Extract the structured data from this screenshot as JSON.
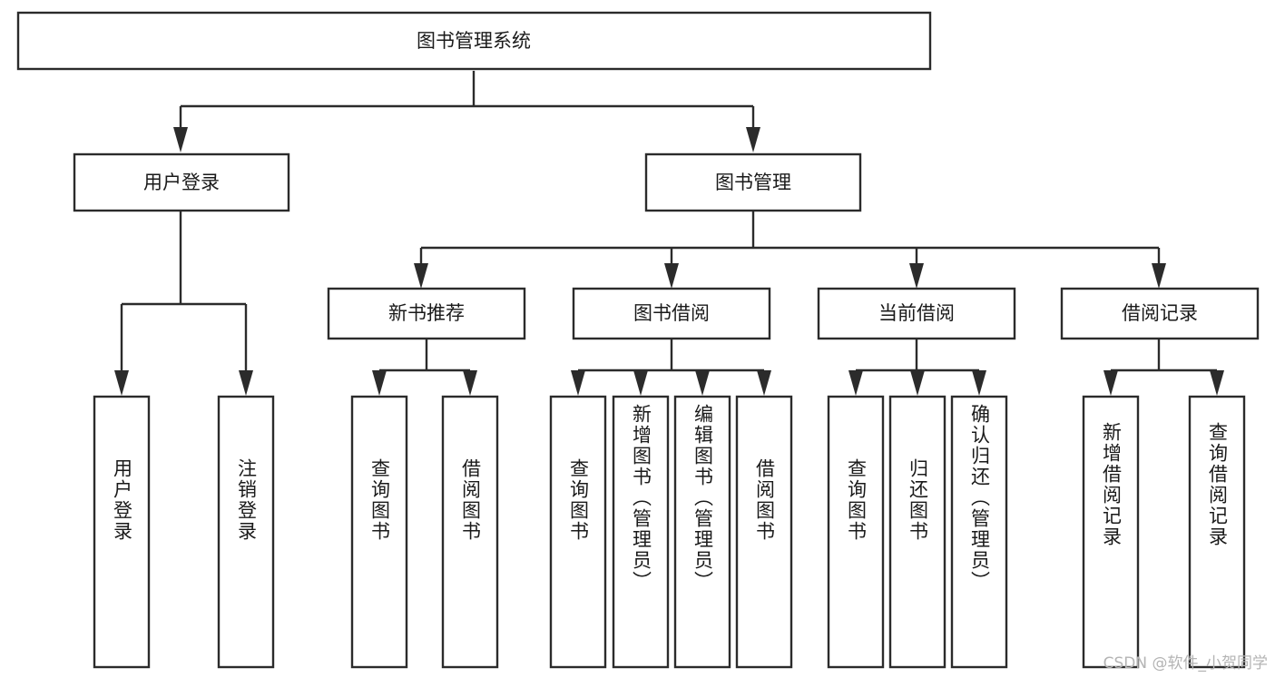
{
  "diagram": {
    "type": "tree",
    "title": "图书管理系统",
    "watermark": "CSDN @软件_小贺同学",
    "colors": {
      "box_stroke": "#2b2b2b",
      "box_fill": "#ffffff",
      "text": "#1a1a1a",
      "watermark": "#b4b4b4",
      "background": "#ffffff"
    },
    "root": {
      "label": "图书管理系统"
    },
    "level2": [
      {
        "label": "用户登录"
      },
      {
        "label": "图书管理"
      }
    ],
    "level3": [
      {
        "label": "新书推荐"
      },
      {
        "label": "图书借阅"
      },
      {
        "label": "当前借阅"
      },
      {
        "label": "借阅记录"
      }
    ],
    "leaves": {
      "user_login": [
        {
          "label": "用户登录"
        },
        {
          "label": "注销登录"
        }
      ],
      "new_book_recommend": [
        {
          "label": "查询图书"
        },
        {
          "label": "借阅图书"
        }
      ],
      "book_borrow": [
        {
          "label": "查询图书"
        },
        {
          "label": "新增图书（管理员）"
        },
        {
          "label": "编辑图书（管理员）"
        },
        {
          "label": "借阅图书"
        }
      ],
      "current_borrow": [
        {
          "label": "查询图书"
        },
        {
          "label": "归还图书"
        },
        {
          "label": "确认归还（管理员）"
        }
      ],
      "borrow_record": [
        {
          "label": "新增借阅记录"
        },
        {
          "label": "查询借阅记录"
        }
      ]
    }
  }
}
